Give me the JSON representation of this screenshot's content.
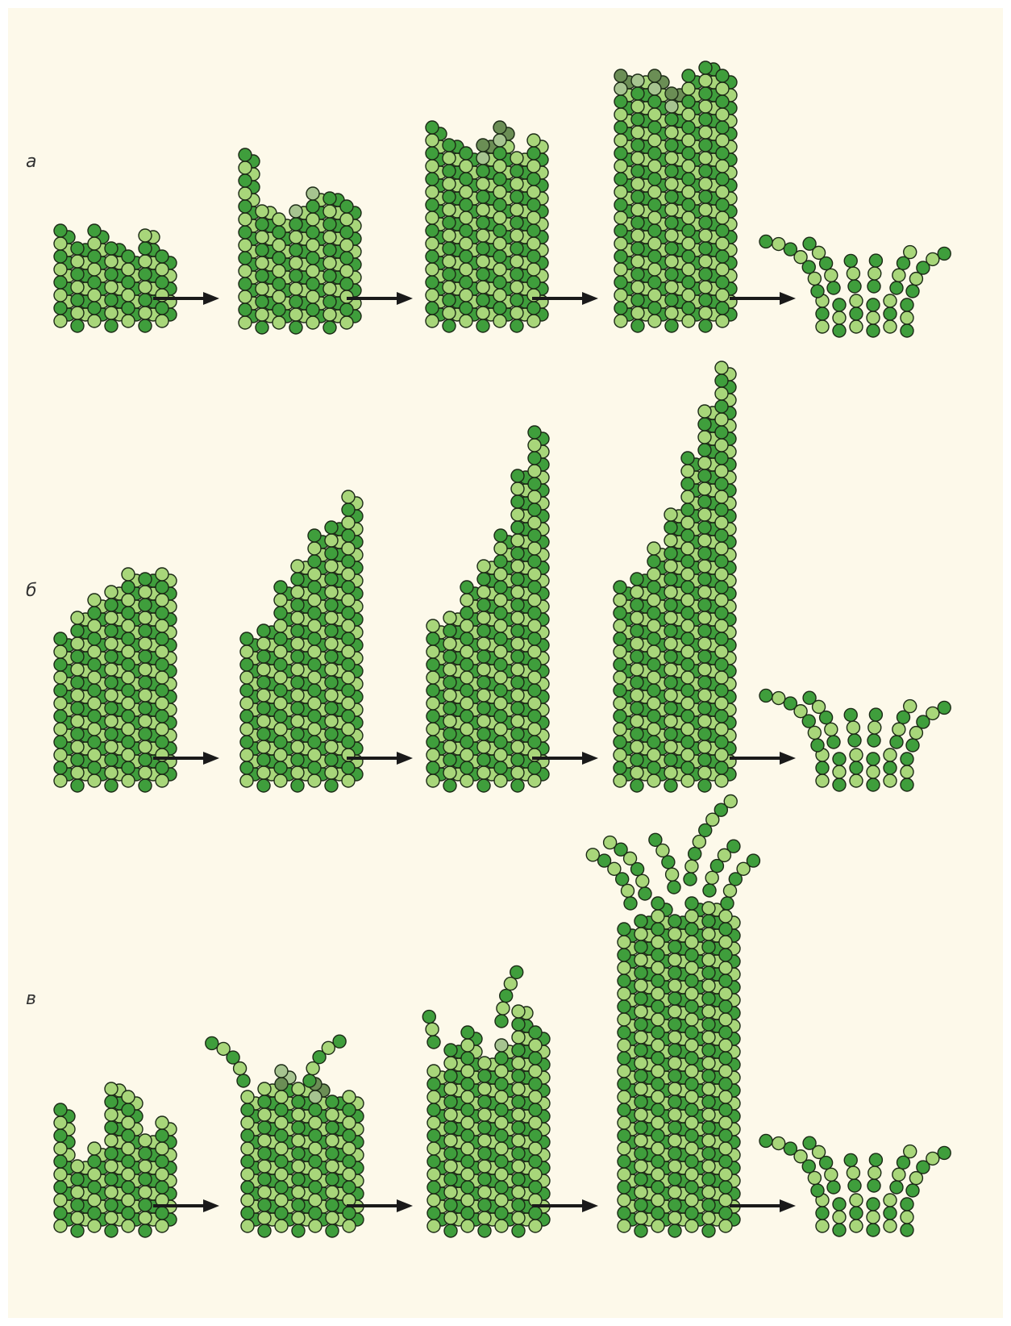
{
  "rows": [
    {
      "label": "а"
    },
    {
      "label": "б"
    },
    {
      "label": "в"
    }
  ],
  "colors": {
    "background": "#fdf9ea",
    "subunit_dark": "#3f9e3c",
    "subunit_light": "#a8d67a",
    "subunit_gdp_dark": "#6b8e55",
    "subunit_gdp_light": "#a6c490",
    "outline": "#1c2a16",
    "arrow": "#1a1a1a"
  }
}
